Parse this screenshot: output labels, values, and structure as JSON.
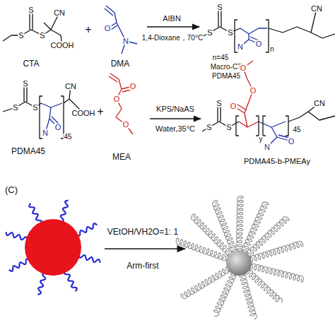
{
  "diagram": {
    "labels": [
      "S",
      "S",
      "S",
      "CN",
      "COOH",
      "CTA",
      "+",
      "O",
      "N",
      "DMA",
      "AIBN",
      "1,4-Dioxane，70°C",
      "S",
      "S",
      "S",
      "O",
      "N",
      "n",
      "CN",
      "n=45",
      "Macro-CT",
      "PDMA45",
      "S",
      "S",
      "S",
      "O",
      "N",
      "45",
      "CN",
      "COOH",
      "PDMA45",
      "+",
      "O",
      "O",
      "O",
      "MEA",
      "KPS/NaAS",
      "Water,35°C",
      "S",
      "S",
      "S",
      "O",
      "O",
      "O",
      "y",
      "O",
      "N",
      "45",
      "CN",
      "PDMA45-b-PMEAy",
      "(C)",
      "VEtOH/VH2O=1: 1",
      "Arm-first"
    ]
  }
}
